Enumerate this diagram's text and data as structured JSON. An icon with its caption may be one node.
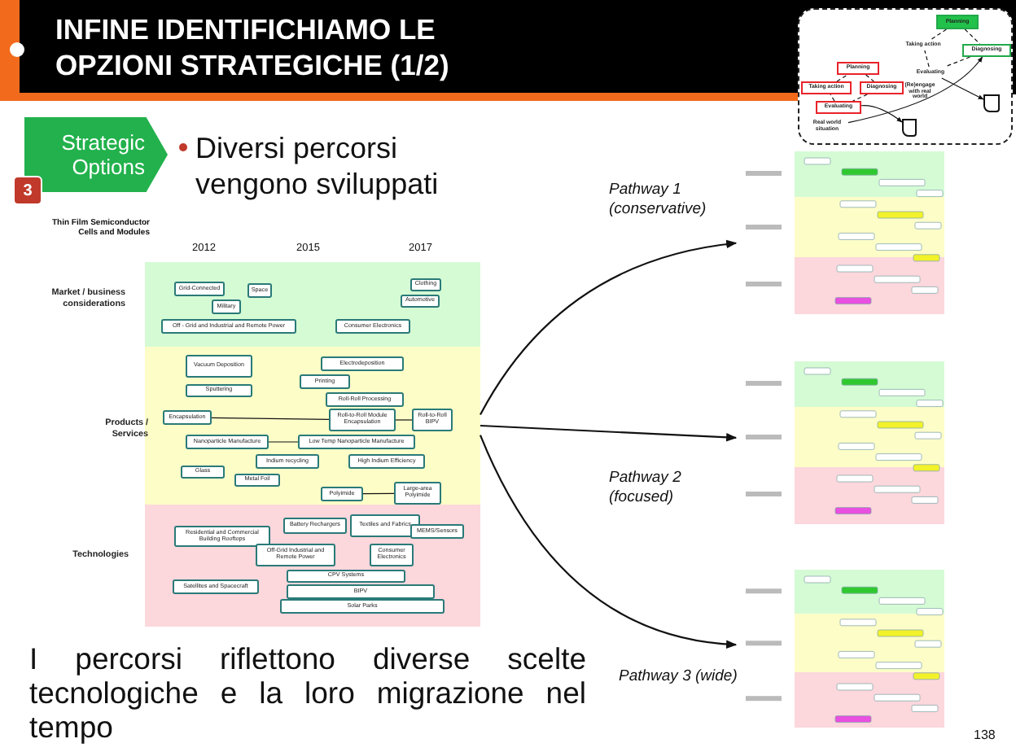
{
  "diagram": {
    "title": "INFINE IDENTIFICHIAMO LE OPZIONI STRATEGICHE (1/2)",
    "nodes": [
      {
        "text": [
          "Strategic Options"
        ]
      },
      {
        "text": [
          "3"
        ]
      },
      {
        "text": [],
        "shape": "box"
      },
      {
        "text": [
          "Planning"
        ],
        "in": 2
      },
      {
        "text": [
          "Taking action"
        ],
        "in": 2
      },
      {
        "text": [
          "Diagnosing"
        ],
        "in": 2
      },
      {
        "text": [
          "Evaluating"
        ],
        "in": 2
      },
      {
        "text": [
          "Real world situation"
        ],
        "in": 2
      },
      {
        "text": [],
        "shape": "box",
        "in": 2
      },
      {
        "text": [
          "Planning"
        ],
        "in": 2
      },
      {
        "text": [
          "Taking action"
        ],
        "in": 2
      },
      {
        "text": [
          "Diagnosing"
        ],
        "in": 2
      },
      {
        "text": [
          "Evaluating"
        ],
        "in": 2
      },
      {
        "text": [
          "(Re)engage with real world"
        ],
        "in": 2
      },
      {
        "text": [],
        "shape": "box",
        "in": 2
      },
      {
        "text": [
          "Market / business considerations"
        ]
      },
      {
        "text": [
          "Grid-Connected"
        ],
        "in": 15
      },
      {
        "text": [
          "Space"
        ],
        "in": 15
      },
      {
        "text": [
          "Military"
        ],
        "in": 15
      },
      {
        "text": [
          "Clothing"
        ],
        "in": 15
      },
      {
        "text": [
          "Automotive"
        ],
        "in": 15
      },
      {
        "text": [
          "Off - Grid and Industrial and Remote Power"
        ],
        "in": 15
      },
      {
        "text": [
          "Consumer Electronics"
        ],
        "in": 15
      },
      {
        "text": [
          "Products / Services"
        ]
      },
      {
        "text": [
          "Vacuum Deposition"
        ],
        "in": 23
      },
      {
        "text": [
          "Electrodeposition"
        ],
        "in": 23
      },
      {
        "text": [
          "Printing"
        ],
        "in": 23
      },
      {
        "text": [
          "Sputtering"
        ],
        "in": 23
      },
      {
        "text": [
          "Roll-Roll Processing"
        ],
        "in": 23
      },
      {
        "text": [
          "Encapsulation"
        ],
        "in": 23
      },
      {
        "text": [
          "Roll-to-Roll Module Encapsulation"
        ],
        "in": 23
      },
      {
        "text": [
          "Roll-to-Roll BIPV"
        ],
        "in": 23
      },
      {
        "text": [
          "Nanoparticle Manufacture"
        ],
        "in": 23
      },
      {
        "text": [
          "Low Temp Nanoparticle Manufacture"
        ],
        "in": 23
      },
      {
        "text": [
          "Indium recycling"
        ],
        "in": 23
      },
      {
        "text": [
          "High Indium Efficiency"
        ],
        "in": 23
      },
      {
        "text": [
          "Glass"
        ],
        "in": 23
      },
      {
        "text": [
          "Metal Foil"
        ],
        "in": 23
      },
      {
        "text": [
          "Polyimide"
        ],
        "in": 23
      },
      {
        "text": [
          "Large-area Polyimide"
        ],
        "in": 23
      },
      {
        "text": [
          "Technologies"
        ]
      },
      {
        "text": [
          "Battery Rechargers"
        ],
        "in": 40
      },
      {
        "text": [
          "Textiles and Fabrics"
        ],
        "in": 40
      },
      {
        "text": [
          "MEMS/Sensors"
        ],
        "in": 40
      },
      {
        "text": [
          "Residential and Commercial Building Rooftops"
        ],
        "in": 40
      },
      {
        "text": [
          "Off-Grid Industrial and Remote Power"
        ],
        "in": 40
      },
      {
        "text": [
          "Consumer Electronics"
        ],
        "in": 40
      },
      {
        "text": [
          "CPV Systems"
        ],
        "in": 40
      },
      {
        "text": [
          "Satellites and Spacecraft"
        ],
        "in": 40
      },
      {
        "text": [
          "BIPV"
        ],
        "in": 40
      },
      {
        "text": [
          "Solar Parks"
        ],
        "in": 40
      },
      {
        "text": [],
        "shape": "picture",
        "beside": [
          "Pathway 1 (conservative)"
        ]
      },
      {
        "text": [],
        "shape": "picture",
        "beside": [
          "Pathway 2 (focused)"
        ]
      },
      {
        "text": [],
        "shape": "picture",
        "beside": [
          "Pathway 3 (wide)"
        ]
      }
    ],
    "edges": [
      {
        "from": 3,
        "to": 5,
        "arrow": "none",
        "style": "dashed"
      },
      {
        "from": 5,
        "to": 6,
        "arrow": "none",
        "style": "dashed"
      },
      {
        "from": 6,
        "to": 4,
        "arrow": "none",
        "style": "dashed"
      },
      {
        "from": 4,
        "to": 3,
        "arrow": "none",
        "style": "dashed"
      },
      {
        "from": 9,
        "to": 11,
        "arrow": "none",
        "style": "dashed"
      },
      {
        "from": 11,
        "to": 12,
        "arrow": "none",
        "style": "dashed"
      },
      {
        "from": 12,
        "to": 10,
        "arrow": "none",
        "style": "dashed"
      },
      {
        "from": 10,
        "to": 9,
        "arrow": "none",
        "style": "dashed"
      },
      {
        "from": 6,
        "to": 8,
        "arrow": "to"
      },
      {
        "from": 12,
        "to": 14,
        "arrow": "to"
      },
      {
        "from": 7,
        "to": 11,
        "arrow": "to"
      },
      {
        "from": 29,
        "to": 30,
        "arrow": "none"
      },
      {
        "from": 30,
        "to": 31,
        "arrow": "none"
      },
      {
        "from": 32,
        "to": 33,
        "arrow": "none"
      },
      {
        "from": 38,
        "to": 39,
        "arrow": "none"
      },
      {
        "from": 23,
        "to": 51,
        "arrow": "to"
      },
      {
        "from": 23,
        "to": 52,
        "arrow": "to"
      },
      {
        "from": 23,
        "to": 53,
        "arrow": "to"
      }
    ],
    "labels": [
      "Diversi percorsi vengono sviluppati",
      "Thin Film Semiconductor Cells and Modules",
      "2012",
      "2015",
      "2017",
      "I percorsi riflettono diverse scelte tecnologiche e la loro migrazione nel tempo",
      "138"
    ]
  }
}
